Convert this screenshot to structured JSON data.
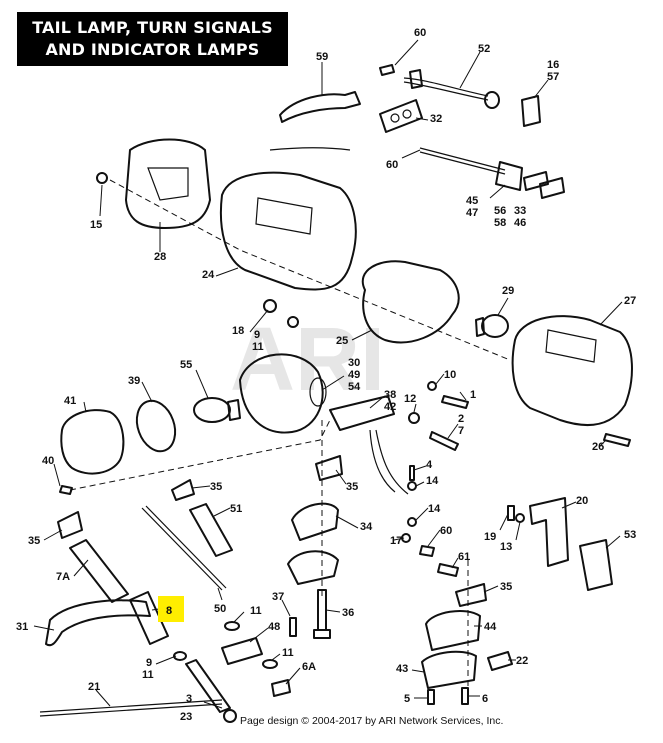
{
  "title": {
    "line1": "TAIL LAMP, TURN SIGNALS",
    "line2": "AND INDICATOR LAMPS"
  },
  "footer": "Page design © 2004-2017 by ARI Network Services, Inc.",
  "watermark": "ARI",
  "highlighted_callout": "8",
  "callouts": {
    "c60a": "60",
    "c52": "52",
    "c59": "59",
    "c16": "16",
    "c57": "57",
    "c32": "32",
    "c60b": "60",
    "c15": "15",
    "c28": "28",
    "c45": "45",
    "c47": "47",
    "c56": "56",
    "c58": "58",
    "c33": "33",
    "c46": "46",
    "c24": "24",
    "c29": "29",
    "c27": "27",
    "c18": "18",
    "c9a": "9",
    "c11a": "11",
    "c25": "25",
    "c55": "55",
    "c30": "30",
    "c49": "49",
    "c54": "54",
    "c10": "10",
    "c1": "1",
    "c41": "41",
    "c39": "39",
    "c38": "38",
    "c42": "42",
    "c12": "12",
    "c2": "2",
    "c7": "7",
    "c26": "26",
    "c40": "40",
    "c4": "4",
    "c14a": "14",
    "c35a": "35",
    "c35b": "35",
    "c51": "51",
    "c14b": "14",
    "c20": "20",
    "c34": "34",
    "c35c": "35",
    "c60c": "60",
    "c17": "17",
    "c19": "19",
    "c13": "13",
    "c53": "53",
    "c61": "61",
    "c7A": "7A",
    "c8": "8",
    "c37": "37",
    "c36": "36",
    "c35d": "35",
    "c50": "50",
    "c11b": "11",
    "c31": "31",
    "c48": "48",
    "c44": "44",
    "c9b": "9",
    "c11c": "11",
    "c11d": "11",
    "c6A": "6A",
    "c22": "22",
    "c21": "21",
    "c43": "43",
    "c3": "3",
    "c23": "23",
    "c5": "5",
    "c6": "6"
  }
}
